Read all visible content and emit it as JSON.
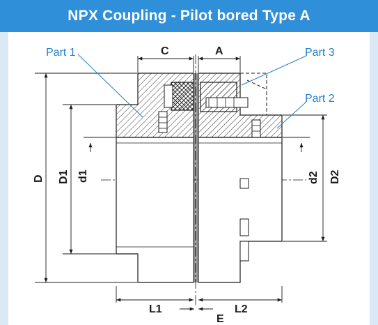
{
  "title": "NPX Coupling - Pilot bored Type A",
  "colors": {
    "title_bg": "#2f8fd8",
    "frame_bg": "#dbe9f6",
    "callout": "#1f7fc8",
    "line": "#1a1a1a"
  },
  "callouts": {
    "part1": "Part 1",
    "part2": "Part 2",
    "part3": "Part 3"
  },
  "dimensions": {
    "C": "C",
    "A": "A",
    "D": "D",
    "D1": "D1",
    "d1": "d1",
    "d2": "d2",
    "D2": "D2",
    "L1": "L1",
    "L2": "L2",
    "E": "E"
  }
}
